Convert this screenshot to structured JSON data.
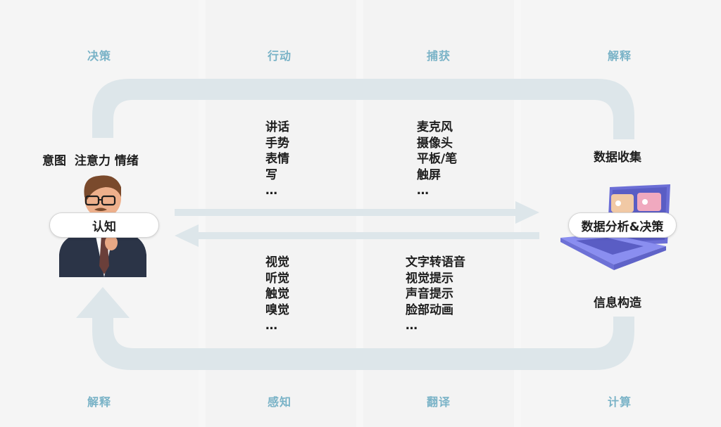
{
  "columns": {
    "top": [
      "决策",
      "行动",
      "捕获",
      "解释"
    ],
    "bottom": [
      "解释",
      "感知",
      "翻译",
      "计算"
    ]
  },
  "human": {
    "traits": "意图  注意力 情绪",
    "label": "认知"
  },
  "machine": {
    "top_label": "数据收集",
    "label": "数据分析&决策",
    "bottom_label": "信息构造"
  },
  "actions": [
    "讲话",
    "手势",
    "表情",
    "写",
    "…"
  ],
  "capture_devices": [
    "麦克风",
    "摄像头",
    "平板/笔",
    "触屏",
    "…"
  ],
  "perceptions": [
    "视觉",
    "听觉",
    "触觉",
    "嗅觉",
    "…"
  ],
  "translations": [
    "文字转语音",
    "视觉提示",
    "声音提示",
    "脸部动画",
    "…"
  ],
  "colors": {
    "flow": "#dde6ea",
    "column_label": "#7ab3c7"
  }
}
